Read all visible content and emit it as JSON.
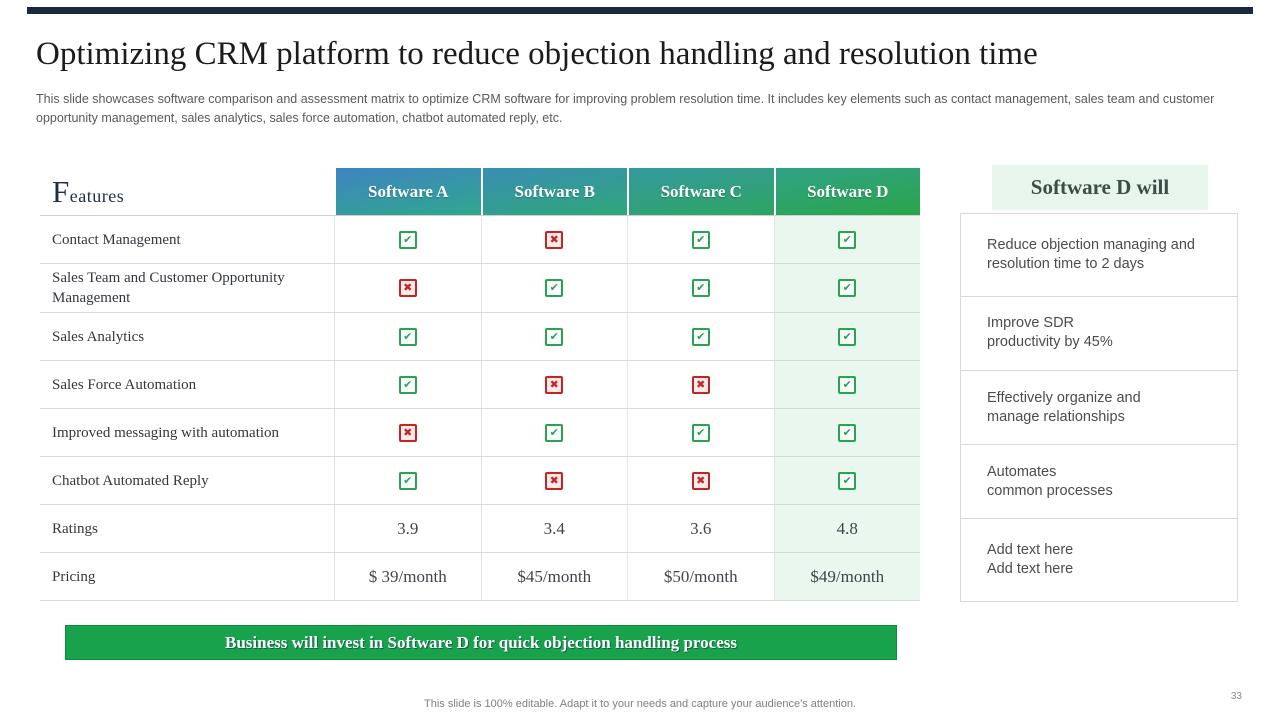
{
  "slide": {
    "title": "Optimizing CRM platform to reduce objection handling and resolution time",
    "subtitle": "This slide showcases software comparison and assessment matrix to optimize CRM software for improving problem resolution time. It includes key elements such as contact management, sales team and customer opportunity management, sales analytics, sales force automation, chatbot automated reply, etc.",
    "footer_note": "This slide is 100% editable. Adapt it to your needs and capture your audience's attention.",
    "page_number": "33"
  },
  "table": {
    "features_label": "Features",
    "columns": [
      "Software A",
      "Software B",
      "Software C",
      "Software D"
    ],
    "rows": [
      {
        "feature": "Contact Management",
        "values": [
          "check",
          "cross",
          "check",
          "check"
        ]
      },
      {
        "feature": "Sales Team and Customer Opportunity Management",
        "values": [
          "cross",
          "check",
          "check",
          "check"
        ]
      },
      {
        "feature": "Sales Analytics",
        "values": [
          "check",
          "check",
          "check",
          "check"
        ]
      },
      {
        "feature": "Sales Force Automation",
        "values": [
          "check",
          "cross",
          "cross",
          "check"
        ]
      },
      {
        "feature": "Improved messaging with automation",
        "values": [
          "cross",
          "check",
          "check",
          "check"
        ]
      },
      {
        "feature": "Chatbot Automated Reply",
        "values": [
          "check",
          "cross",
          "cross",
          "check"
        ]
      },
      {
        "feature": "Ratings",
        "values": [
          "3.9",
          "3.4",
          "3.6",
          "4.8"
        ]
      },
      {
        "feature": "Pricing",
        "values": [
          "$ 39/month",
          "$45/month",
          "$50/month",
          "$49/month"
        ]
      }
    ]
  },
  "benefits_panel": {
    "title": "Software D will",
    "items": [
      {
        "lines": [
          "Reduce objection managing and",
          "resolution time to 2 days"
        ]
      },
      {
        "lines": [
          "Improve SDR",
          "productivity by 45%"
        ]
      },
      {
        "lines": [
          "Effectively organize and",
          "manage relationships"
        ]
      },
      {
        "lines": [
          "Automates",
          "common processes"
        ]
      },
      {
        "lines": [
          "Add text here",
          "Add text here"
        ]
      }
    ]
  },
  "banner": {
    "text": "Business will invest in Software D for quick objection handling process"
  },
  "icons": {
    "check_glyph": "✔",
    "cross_glyph": "✖"
  },
  "colors": {
    "top_bar_navy": "#1c2840",
    "banner_green": "#17a24b",
    "highlight_column_bg": "#eaf7ef",
    "panel_title_bg": "#e8f5ec",
    "check_green": "#27a352",
    "cross_red": "#c42522",
    "border_gray": "#d9d9d9",
    "header_gradients": [
      [
        "#3f83c3",
        "#2fa88c"
      ],
      [
        "#3a8db4",
        "#2ea878"
      ],
      [
        "#35999f",
        "#2da561"
      ],
      [
        "#30a287",
        "#2aa549"
      ]
    ]
  }
}
